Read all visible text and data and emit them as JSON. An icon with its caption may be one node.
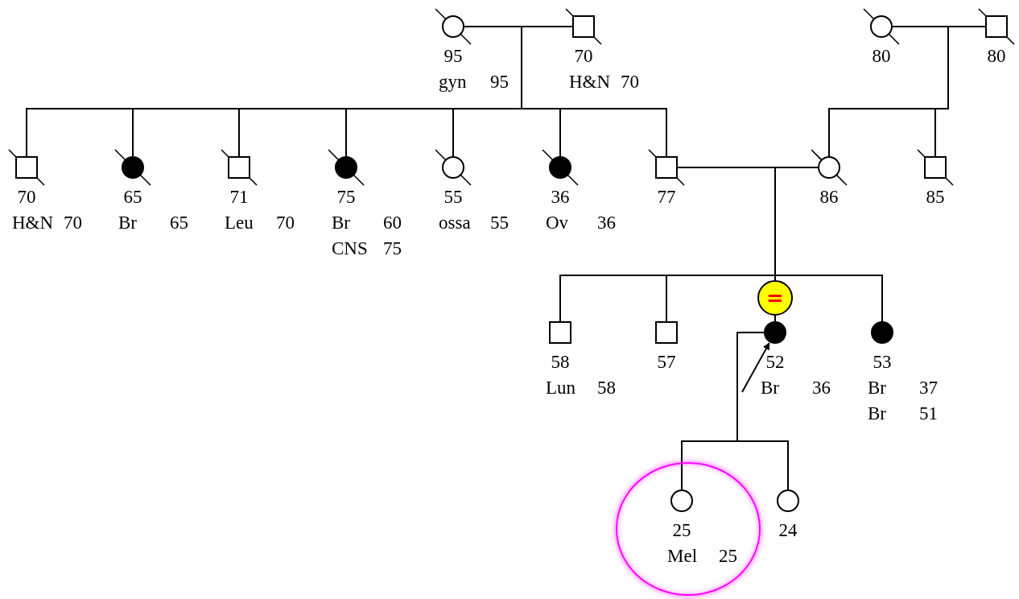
{
  "diagram": {
    "nodes": [
      {
        "text": [],
        "shape": "circle",
        "beside": [
          "95",
          "gyn",
          "95"
        ]
      },
      {
        "text": [],
        "shape": "box",
        "beside": [
          "70",
          "H&N",
          "70"
        ]
      },
      {
        "text": [],
        "shape": "circle",
        "beside": [
          "80"
        ]
      },
      {
        "text": [],
        "shape": "box",
        "beside": [
          "80"
        ]
      },
      {
        "text": [],
        "shape": "box",
        "beside": [
          "70",
          "H&N",
          "70"
        ]
      },
      {
        "text": [],
        "shape": "dot",
        "beside": [
          "65",
          "Br",
          "65"
        ]
      },
      {
        "text": [],
        "shape": "box",
        "beside": [
          "71",
          "Leu",
          "70"
        ]
      },
      {
        "text": [],
        "shape": "dot",
        "beside": [
          "75",
          "Br",
          "60",
          "CNS",
          "75"
        ]
      },
      {
        "text": [],
        "shape": "circle",
        "beside": [
          "55",
          "ossa",
          "55"
        ]
      },
      {
        "text": [],
        "shape": "dot",
        "beside": [
          "36",
          "Ov",
          "36"
        ]
      },
      {
        "text": [],
        "shape": "box",
        "beside": [
          "77"
        ]
      },
      {
        "text": [],
        "shape": "circle",
        "beside": [
          "86"
        ]
      },
      {
        "text": [],
        "shape": "box",
        "beside": [
          "85"
        ]
      },
      {
        "text": [],
        "shape": "box",
        "beside": [
          "58",
          "Lun",
          "58"
        ]
      },
      {
        "text": [],
        "shape": "box",
        "beside": [
          "57"
        ]
      },
      {
        "text": [
          "="
        ]
      },
      {
        "text": [],
        "shape": "dot",
        "beside": [
          "52",
          "Br",
          "36"
        ]
      },
      {
        "text": [],
        "shape": "dot",
        "beside": [
          "53",
          "Br",
          "37",
          "Br",
          "51"
        ]
      },
      {
        "text": [],
        "shape": "ellipse"
      },
      {
        "text": [],
        "shape": "circle",
        "in": 18,
        "beside": [
          "25",
          "Mel",
          "25"
        ]
      },
      {
        "text": [],
        "shape": "circle",
        "beside": [
          "24"
        ]
      }
    ],
    "edges": [
      {
        "from": 0,
        "to": 1,
        "arrow": "none"
      },
      {
        "from": 0,
        "to": 4,
        "arrow": "none"
      },
      {
        "from": 0,
        "to": 5,
        "arrow": "none"
      },
      {
        "from": 0,
        "to": 6,
        "arrow": "none"
      },
      {
        "from": 0,
        "to": 7,
        "arrow": "none"
      },
      {
        "from": 0,
        "to": 8,
        "arrow": "none"
      },
      {
        "from": 0,
        "to": 9,
        "arrow": "none"
      },
      {
        "from": 0,
        "to": 10,
        "arrow": "none"
      },
      {
        "from": 2,
        "to": 3,
        "arrow": "none"
      },
      {
        "from": 2,
        "to": 11,
        "arrow": "none"
      },
      {
        "from": 2,
        "to": 12,
        "arrow": "none"
      },
      {
        "from": 10,
        "to": 11,
        "arrow": "none"
      },
      {
        "from": 10,
        "to": 13,
        "arrow": "none"
      },
      {
        "from": 10,
        "to": 14,
        "arrow": "none"
      },
      {
        "from": 10,
        "to": 15,
        "arrow": "none"
      },
      {
        "from": 10,
        "to": 17,
        "arrow": "none"
      },
      {
        "from": 15,
        "to": 16,
        "arrow": "none"
      },
      {
        "from": 16,
        "to": 19,
        "arrow": "none"
      },
      {
        "from": 16,
        "to": 20,
        "arrow": "none"
      },
      {
        "from": null,
        "to": 16,
        "arrow": "to"
      }
    ]
  }
}
